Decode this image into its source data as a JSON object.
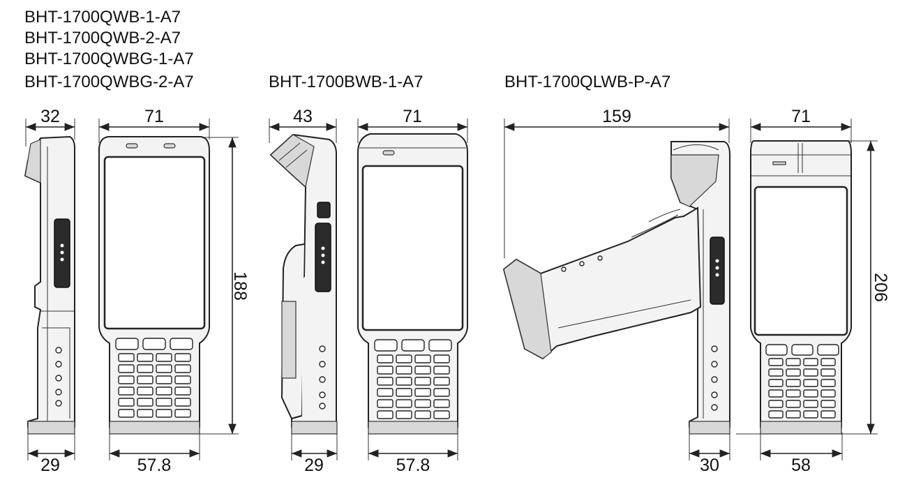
{
  "models": {
    "group_a": [
      "BHT-1700QWB-1-A7",
      "BHT-1700QWB-2-A7",
      "BHT-1700QWBG-1-A7",
      "BHT-1700QWBG-2-A7"
    ],
    "group_b": "BHT-1700BWB-1-A7",
    "group_c": "BHT-1700QLWB-P-A7"
  },
  "dimensions": {
    "a_side_top": "32",
    "a_front_width": "71",
    "a_height": "188",
    "a_side_bottom": "29",
    "a_front_bottom": "57.8",
    "b_side_top": "43",
    "b_front_width": "71",
    "b_side_bottom": "29",
    "b_front_bottom": "57.8",
    "c_side_length": "159",
    "c_front_width": "71",
    "c_height": "206",
    "c_side_bottom": "30",
    "c_front_bottom": "58"
  },
  "colors": {
    "line": "#222222",
    "text": "#111111",
    "background": "#ffffff"
  }
}
